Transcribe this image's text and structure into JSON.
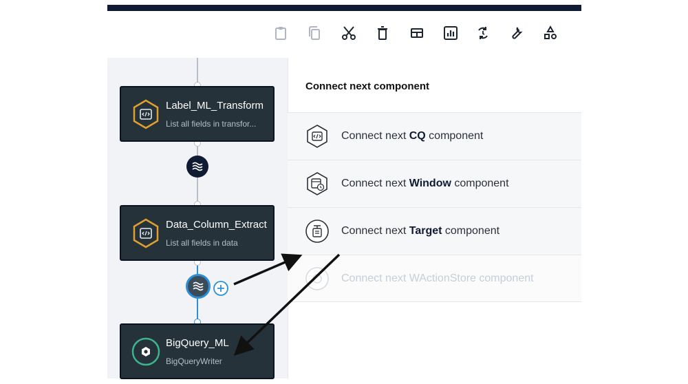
{
  "toolbar": {
    "icons": [
      "clipboard-icon",
      "copy-icon",
      "scissors-icon",
      "trash-icon",
      "layout-icon",
      "chart-icon",
      "sync-icon",
      "wrench-icon",
      "shapes-icon"
    ]
  },
  "flow": {
    "nodes": [
      {
        "title": "Label_ML_Transform",
        "subtitle": "List all fields in transfor...",
        "icon": "cq-icon"
      },
      {
        "title": "Data_Column_Extract",
        "subtitle": "List all fields in data",
        "icon": "cq-icon"
      },
      {
        "title": "BigQuery_ML",
        "subtitle": "BigQueryWriter",
        "icon": "target-icon"
      }
    ]
  },
  "panel": {
    "title": "Connect next component",
    "options": [
      {
        "prefix": "Connect next ",
        "bold": "CQ",
        "suffix": " component",
        "enabled": true
      },
      {
        "prefix": "Connect next ",
        "bold": "Window",
        "suffix": " component",
        "enabled": true
      },
      {
        "prefix": "Connect next ",
        "bold": "Target",
        "suffix": " component",
        "enabled": true
      },
      {
        "prefix": "Connect next ",
        "bold": "",
        "suffix": "WActionStore component",
        "enabled": false
      }
    ]
  },
  "colors": {
    "accent": "#2d8fd5",
    "node_bg": "#25323a",
    "hex_orange": "#e0a030",
    "target_green": "#3bb58f",
    "topbar": "#0f1a33"
  }
}
